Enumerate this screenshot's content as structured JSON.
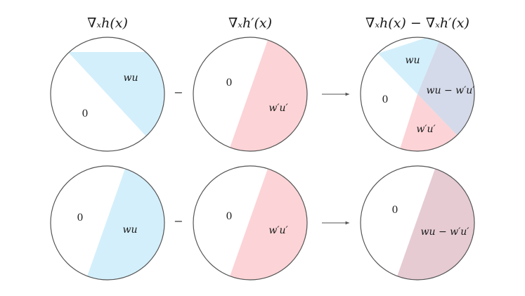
{
  "columns": {
    "left_title": "∇ₓh(x)",
    "middle_title": "∇ₓh′(x)",
    "right_title": "∇ₓh(x) − ∇ₓh′(x)"
  },
  "operators": {
    "minus": "−"
  },
  "rows": [
    {
      "left": {
        "zero": "0",
        "region": "wu"
      },
      "middle": {
        "zero": "0",
        "region": "w′u′"
      },
      "right": {
        "zero": "0",
        "regions": [
          "wu",
          "wu − w′u′",
          "w′u′"
        ]
      }
    },
    {
      "left": {
        "zero": "0",
        "region": "wu"
      },
      "middle": {
        "zero": "0",
        "region": "w′u′"
      },
      "right": {
        "zero": "0",
        "regions": [
          "wu − w′u′"
        ]
      }
    }
  ],
  "colors": {
    "blue": "#d3effb",
    "pink": "#fcd3d6",
    "overlap": "#d4dae9",
    "mauve": "#e6cbd3",
    "outline": "#555555"
  }
}
